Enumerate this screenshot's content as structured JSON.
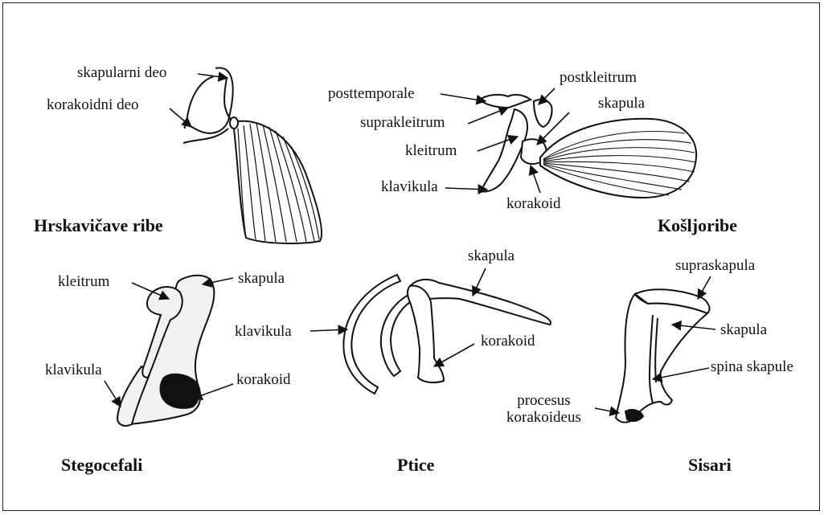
{
  "panels": {
    "hrskavicave": {
      "title": "Hrskavičave ribe",
      "labels": {
        "skapularni": "skapularni deo",
        "korakoidni": "korakoidni deo"
      }
    },
    "kosljoribe": {
      "title": "Košljoribe",
      "labels": {
        "posttemporale": "posttemporale",
        "postkleitrum": "postkleitrum",
        "skapula": "skapula",
        "suprakleitrum": "suprakleitrum",
        "kleitrum": "kleitrum",
        "klavikula": "klavikula",
        "korakoid": "korakoid"
      }
    },
    "stegocefali": {
      "title": "Stegocefali",
      "labels": {
        "kleitrum": "kleitrum",
        "skapula": "skapula",
        "klavikula": "klavikula",
        "korakoid": "korakoid"
      }
    },
    "ptice": {
      "title": "Ptice",
      "labels": {
        "skapula": "skapula",
        "klavikula": "klavikula",
        "korakoid": "korakoid"
      }
    },
    "sisari": {
      "title": "Sisari",
      "labels": {
        "supraskapula": "supraskapula",
        "skapula": "skapula",
        "spina": "spina skapule",
        "procesus_line1": "procesus",
        "procesus_line2": "korakoideus"
      }
    }
  }
}
